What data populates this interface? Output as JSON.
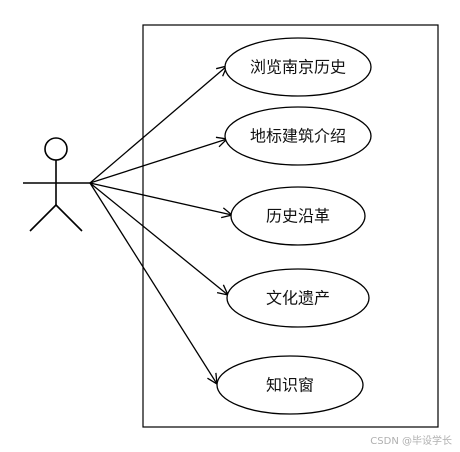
{
  "diagram": {
    "type": "use-case",
    "actor": {
      "label": ""
    },
    "use_cases": [
      {
        "label": "浏览南京历史"
      },
      {
        "label": "地标建筑介绍"
      },
      {
        "label": "历史沿革"
      },
      {
        "label": "文化遗产"
      },
      {
        "label": "知识窗"
      }
    ]
  },
  "watermark": "CSDN @毕设学长",
  "colors": {
    "stroke": "#000000",
    "text": "#111111",
    "watermark": "#b0b0b0",
    "background": "#ffffff"
  }
}
